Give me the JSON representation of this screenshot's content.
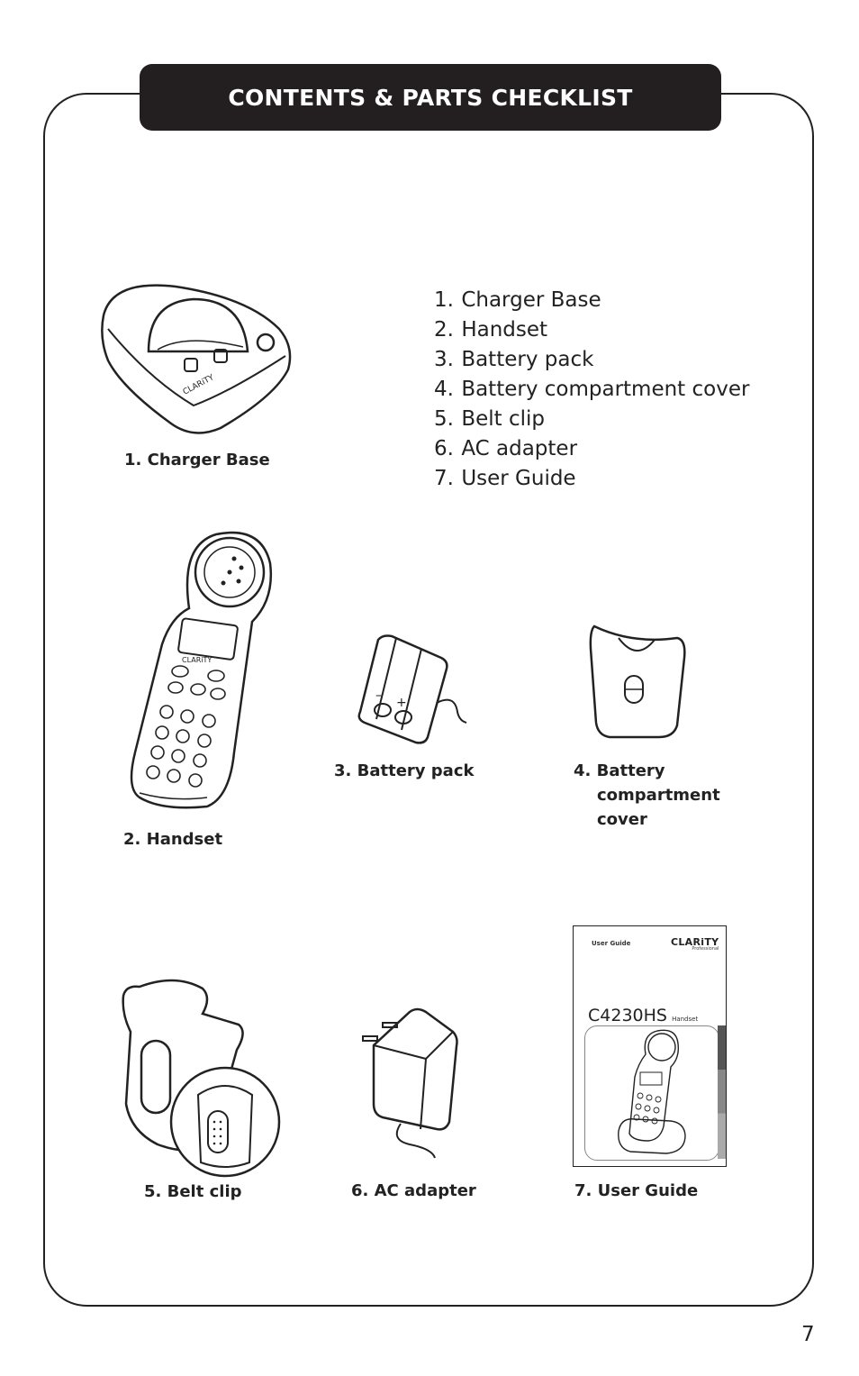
{
  "banner": {
    "title": "CONTENTS & PARTS CHECKLIST"
  },
  "checklist": [
    {
      "num": "1.",
      "label": "Charger Base"
    },
    {
      "num": "2.",
      "label": "Handset"
    },
    {
      "num": "3.",
      "label": "Battery pack"
    },
    {
      "num": "4.",
      "label": "Battery compartment cover"
    },
    {
      "num": "5.",
      "label": "Belt clip"
    },
    {
      "num": "6.",
      "label": "AC adapter"
    },
    {
      "num": "7.",
      "label": "User Guide"
    }
  ],
  "captions": {
    "charger_base": "1. Charger Base",
    "handset": "2.  Handset",
    "battery_pack": "3.  Battery pack",
    "battery_cover_line1": "4.  Battery",
    "battery_cover_line2": "compartment",
    "battery_cover_line3": "cover",
    "belt_clip": "5. Belt clip",
    "ac_adapter": "6. AC adapter",
    "user_guide": "7.  User Guide"
  },
  "guide_cover": {
    "label": "User Guide",
    "brand": "CLARiTY",
    "brand_sub": "Professional",
    "model": "C4230HS",
    "model_sub": "Handset"
  },
  "page_number": "7"
}
